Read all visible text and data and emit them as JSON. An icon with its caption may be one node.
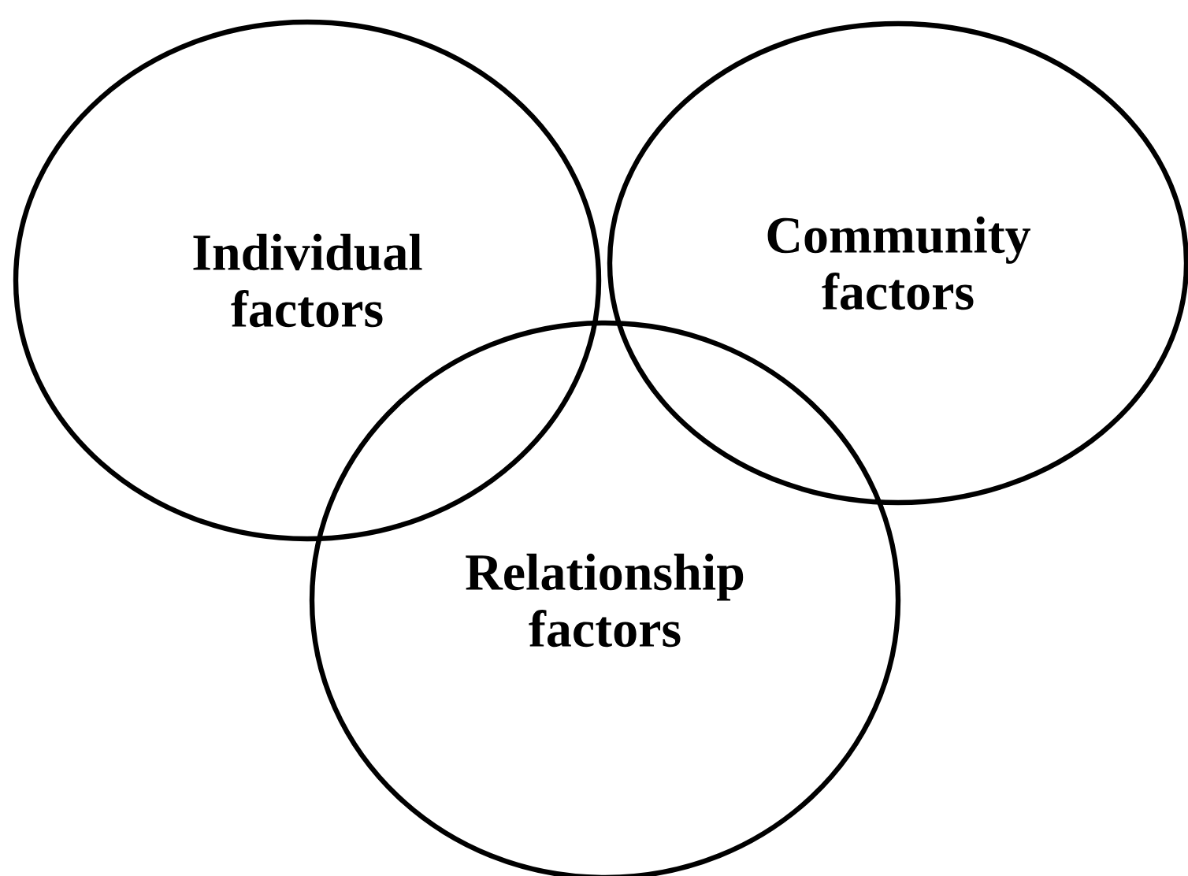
{
  "diagram": {
    "nodes": [
      {
        "text": [
          "Individual factors"
        ]
      },
      {
        "text": [
          "Community factors"
        ]
      },
      {
        "text": [
          "Relationship factors"
        ]
      }
    ]
  }
}
